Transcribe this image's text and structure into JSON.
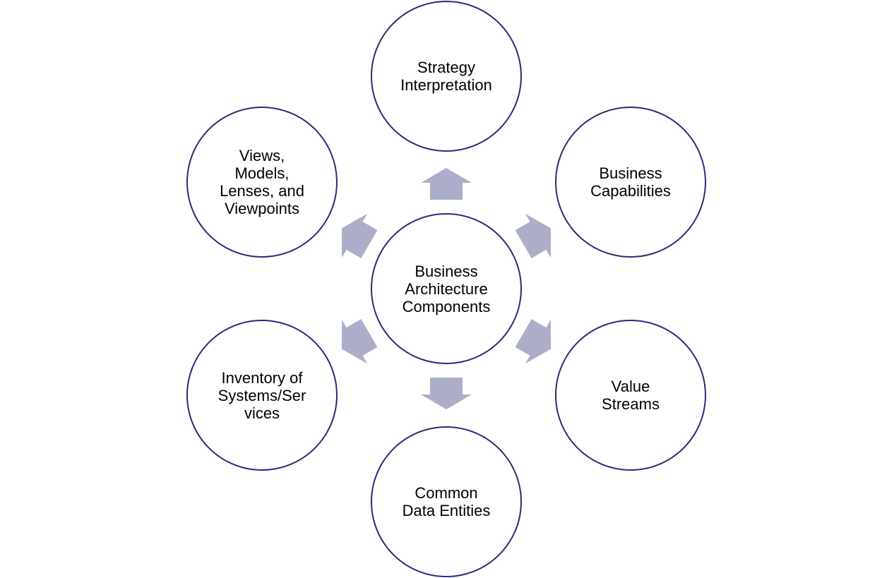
{
  "diagram": {
    "center": {
      "label": "Business\nArchitecture\nComponents"
    },
    "nodes": [
      {
        "id": "strategy",
        "label": "Strategy\nInterpretation"
      },
      {
        "id": "capabilities",
        "label": "Business\nCapabilities"
      },
      {
        "id": "value-streams",
        "label": "Value\nStreams"
      },
      {
        "id": "data-entities",
        "label": "Common\nData Entities"
      },
      {
        "id": "inventory",
        "label": "Inventory  of\nSystems/Ser\nvices"
      },
      {
        "id": "views",
        "label": "Views,\nModels,\nLenses, and\nViewpoints"
      }
    ],
    "colors": {
      "circle_stroke": "#2b2a78",
      "arrow_fill": "#acadc8",
      "background": "#ffffff"
    }
  }
}
